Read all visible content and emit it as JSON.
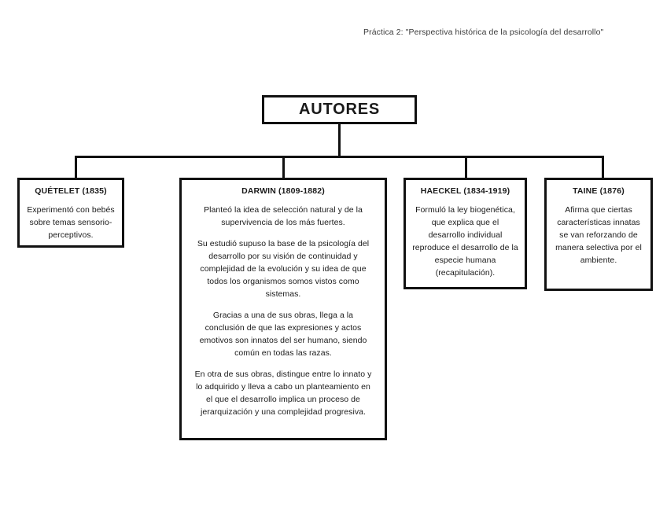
{
  "document": {
    "header": "Práctica 2: \"Perspectiva histórica de la psicología del desarrollo\""
  },
  "diagram": {
    "type": "hierarchy-tree",
    "root": {
      "label": "AUTORES"
    },
    "nodes": [
      {
        "id": "quetelet",
        "title": "QUÉTELET (1835)",
        "paragraphs": [
          "Experimentó con bebés sobre temas sensorio-perceptivos."
        ]
      },
      {
        "id": "darwin",
        "title": "DARWIN (1809-1882)",
        "paragraphs": [
          "Planteó la idea de selección natural y de la supervivencia de los más fuertes.",
          "Su estudió supuso la base de la psicología del desarrollo por su visión de continuidad y complejidad de la evolución y su idea de que todos los organismos somos vistos como sistemas.",
          "Gracias a una de sus obras, llega a la conclusión de que las expresiones y actos emotivos son innatos del ser humano, siendo común en todas las razas.",
          "En otra de sus obras, distingue entre lo innato y lo adquirido y lleva a cabo un planteamiento en el que el desarrollo implica un proceso de jerarquización y una complejidad progresiva."
        ]
      },
      {
        "id": "haeckel",
        "title": "HAECKEL (1834-1919)",
        "paragraphs": [
          "Formuló la ley biogenética, que explica que el desarrollo individual reproduce el desarrollo de la especie humana (recapitulación)."
        ]
      },
      {
        "id": "taine",
        "title": "TAINE (1876)",
        "paragraphs": [
          "Afirma que ciertas características innatas se van reforzando de manera selectiva por el ambiente."
        ]
      }
    ]
  },
  "style": {
    "line_color": "#111111",
    "background": "#ffffff",
    "text_color": "#1a1a1a"
  }
}
